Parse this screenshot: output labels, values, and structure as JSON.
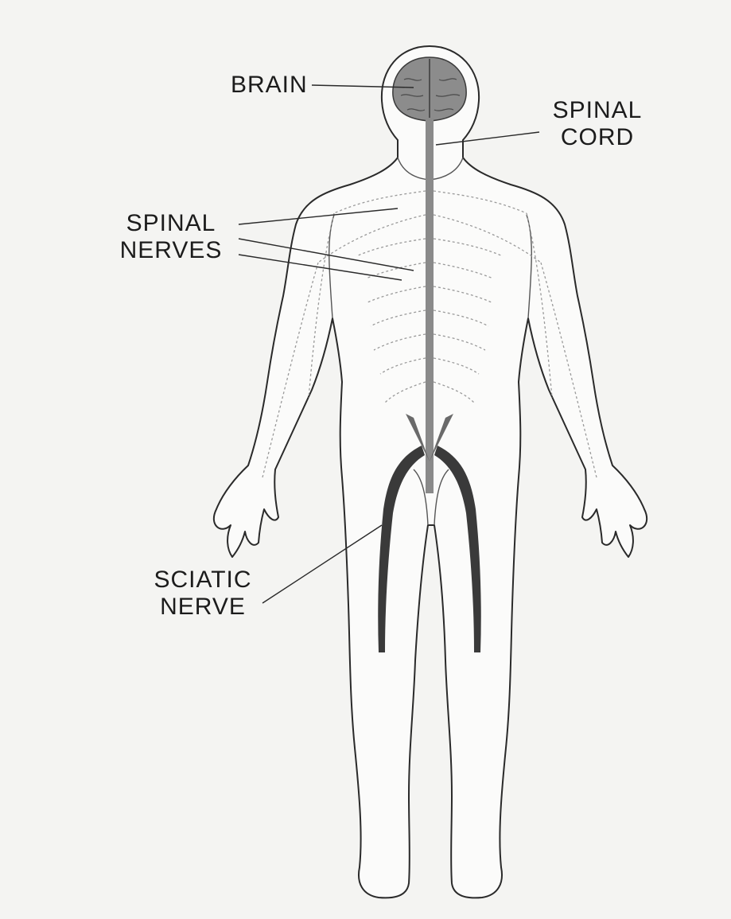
{
  "labels": {
    "brain": "BRAIN",
    "spinal_cord": [
      "SPINAL",
      "CORD"
    ],
    "spinal_nerves": [
      "SPINAL",
      "NERVES"
    ],
    "sciatic_nerve": [
      "SCIATIC",
      "NERVE"
    ]
  },
  "colors": {
    "background": "#f4f4f2",
    "outline": "#2a2a2a",
    "brain": "#8c8c8c",
    "spinal_cord": "#8a8a8a",
    "sciatic": "#3a3a3a",
    "nerves": "#9a9a9a"
  }
}
